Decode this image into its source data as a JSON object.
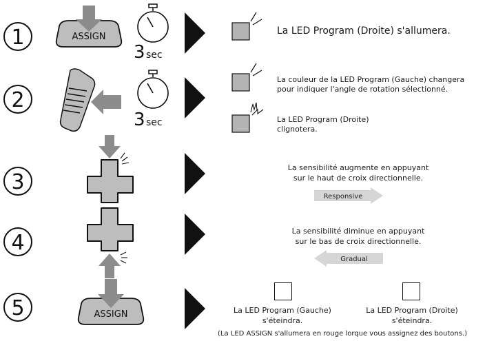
{
  "steps": [
    {
      "number": "1",
      "button_label": "ASSIGN",
      "timer_value": "3",
      "timer_unit": "sec",
      "text": "La LED Program (Droite) s'allumera."
    },
    {
      "number": "2",
      "timer_value": "3",
      "timer_unit": "sec",
      "text_a_line1": "La couleur de la LED Program (Gauche) changera",
      "text_a_line2": "pour indiquer l'angle de rotation sélectionné.",
      "text_b_line1": "La LED Program (Droite)",
      "text_b_line2": "clignotera."
    },
    {
      "number": "3",
      "text_line1": "La sensibilité augmente en appuyant",
      "text_line2": "sur le haut de croix directionnelle.",
      "arrow_label": "Responsive"
    },
    {
      "number": "4",
      "text_line1": "La sensibilité diminue en appuyant",
      "text_line2": "sur le bas de croix directionnelle.",
      "arrow_label": "Gradual"
    },
    {
      "number": "5",
      "button_label": "ASSIGN",
      "left_line1": "La LED Program (Gauche)",
      "left_line2": "s'éteindra.",
      "right_line1": "La LED Program (Droite)",
      "right_line2": "s'éteindra.",
      "note": "(La LED ASSIGN s'allumera en rouge lorque vous assignez des boutons.)"
    }
  ],
  "colors": {
    "button_fill": "#bdbdbd",
    "arrow_fill": "#8c8c8c",
    "led_fill": "#b4b4b4",
    "label_arrow_fill": "#d6d6d6",
    "pointer_fill": "#111111"
  },
  "icons": [
    "circled-number",
    "assign-button",
    "stopwatch-icon",
    "controller-icon",
    "press-arrow",
    "led-indicator",
    "dpad-icon",
    "pointer-triangle"
  ]
}
